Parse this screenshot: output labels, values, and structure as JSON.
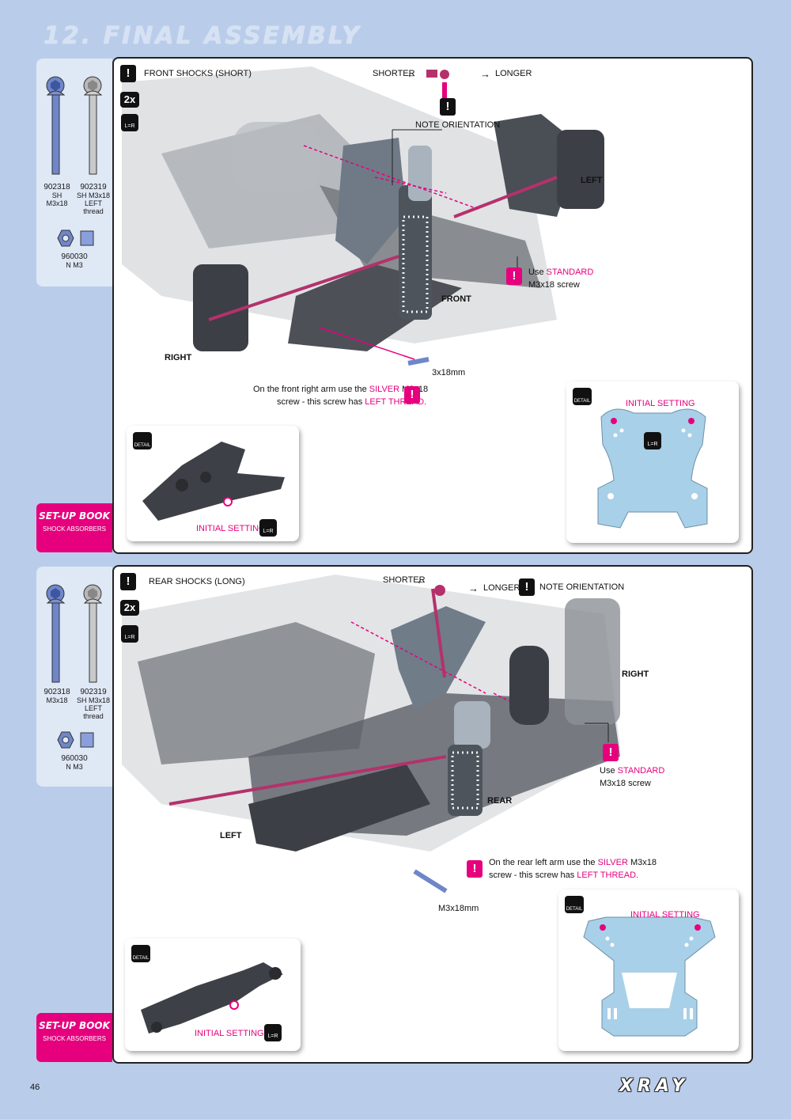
{
  "page_title": "12. FINAL ASSEMBLY",
  "page_number": "46",
  "brand": "XRAY",
  "colors": {
    "accent": "#e6007e",
    "background": "#b9cdea",
    "sidebar": "#dfe8f5"
  },
  "sections": [
    {
      "heading": "FRONT SHOCKS (SHORT)",
      "qty": "2x",
      "lr": "L=R",
      "parts": [
        {
          "code": "902318",
          "desc": "SH M3x18",
          "desc2": ""
        },
        {
          "code": "902319",
          "desc": "SH M3x18",
          "desc2": "LEFT thread"
        },
        {
          "code": "960030",
          "desc": "N M3",
          "desc2": ""
        }
      ],
      "shorter": "SHORTER",
      "longer": "LONGER",
      "note_orientation": "NOTE ORIENTATION",
      "left": "LEFT",
      "right": "RIGHT",
      "position": "FRONT",
      "use_prefix": "Use",
      "use_standard": "STANDARD",
      "use_screw": "M3x18 screw",
      "screw_size": "3x18mm",
      "arm_note_1": "On the front right arm use the",
      "arm_note_silver": "SILVER",
      "arm_note_m3": "M3x18",
      "arm_note_2": "screw - this screw has",
      "arm_note_thread": "LEFT THREAD.",
      "detail_arm_label": "INITIAL SETTING",
      "detail_plate_label": "INITIAL SETTING",
      "setup_book": "SET-UP BOOK",
      "setup_sub": "SHOCK ABSORBERS"
    },
    {
      "heading": "REAR SHOCKS (LONG)",
      "qty": "2x",
      "lr": "L=R",
      "parts": [
        {
          "code": "902318",
          "desc": "M3x18",
          "desc2": ""
        },
        {
          "code": "902319",
          "desc": "SH M3x18",
          "desc2": "LEFT thread"
        },
        {
          "code": "960030",
          "desc": "N M3",
          "desc2": ""
        }
      ],
      "shorter": "SHORTER",
      "longer": "LONGER",
      "note_orientation": "NOTE ORIENTATION",
      "left": "LEFT",
      "right": "RIGHT",
      "position": "REAR",
      "use_prefix": "Use",
      "use_standard": "STANDARD",
      "use_screw": "M3x18 screw",
      "screw_size": "M3x18mm",
      "arm_note_1": "On the rear left arm use the",
      "arm_note_silver": "SILVER",
      "arm_note_m3": "M3x18",
      "arm_note_2": "screw - this screw has",
      "arm_note_thread": "LEFT THREAD.",
      "detail_arm_label": "INITIAL SETTING",
      "detail_plate_label": "INITIAL SETTING",
      "setup_book": "SET-UP BOOK",
      "setup_sub": "SHOCK ABSORBERS"
    }
  ]
}
